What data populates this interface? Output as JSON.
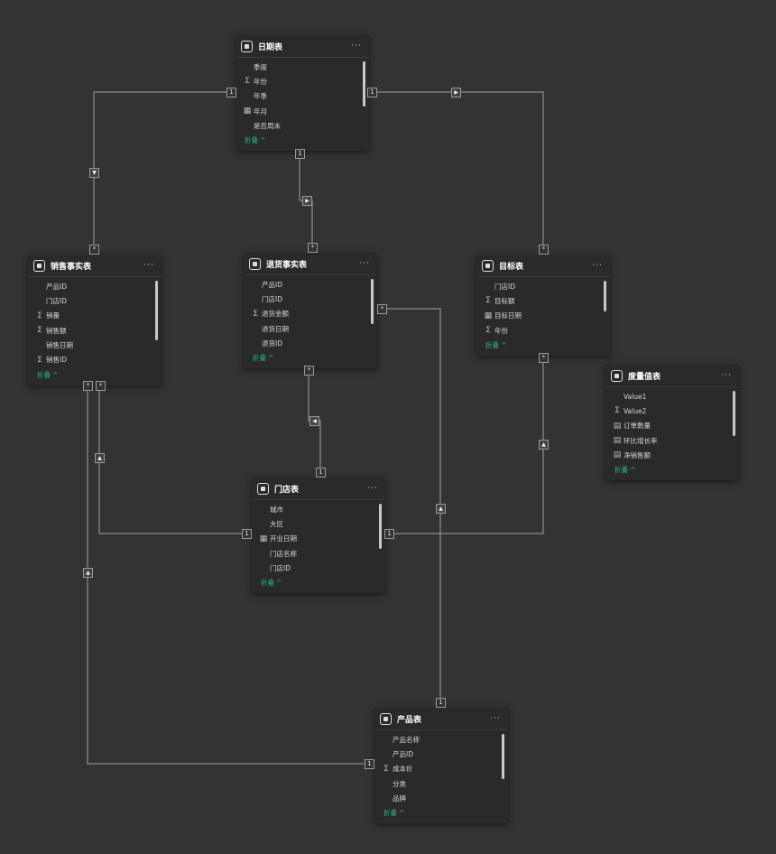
{
  "fold_label": "折叠 ^",
  "more_label": "···",
  "tables": [
    {
      "id": "date",
      "name": "日期表",
      "items": [
        {
          "icon": "",
          "label": "季度"
        },
        {
          "icon": "sigma",
          "label": "年份"
        },
        {
          "icon": "",
          "label": "年季"
        },
        {
          "icon": "calendar",
          "label": "年月"
        },
        {
          "icon": "",
          "label": "是否周末"
        }
      ]
    },
    {
      "id": "sales",
      "name": "销售事实表",
      "items": [
        {
          "icon": "",
          "label": "产品ID"
        },
        {
          "icon": "",
          "label": "门店ID"
        },
        {
          "icon": "sigma",
          "label": "销量"
        },
        {
          "icon": "sigma",
          "label": "销售额"
        },
        {
          "icon": "",
          "label": "销售日期"
        },
        {
          "icon": "sigma",
          "label": "销售ID"
        }
      ]
    },
    {
      "id": "returns",
      "name": "退货事实表",
      "items": [
        {
          "icon": "",
          "label": "产品ID"
        },
        {
          "icon": "",
          "label": "门店ID"
        },
        {
          "icon": "sigma",
          "label": "退货金额"
        },
        {
          "icon": "",
          "label": "退货日期"
        },
        {
          "icon": "",
          "label": "退货ID"
        }
      ]
    },
    {
      "id": "target",
      "name": "目标表",
      "items": [
        {
          "icon": "",
          "label": "门店ID"
        },
        {
          "icon": "sigma",
          "label": "目标额"
        },
        {
          "icon": "calendar",
          "label": "目标日期"
        },
        {
          "icon": "sigma",
          "label": "年份"
        }
      ]
    },
    {
      "id": "measures",
      "name": "度量值表",
      "items": [
        {
          "icon": "",
          "label": "Value1"
        },
        {
          "icon": "sigma",
          "label": "Value2"
        },
        {
          "icon": "calculator",
          "label": "订单数量"
        },
        {
          "icon": "calculator",
          "label": "环比增长率"
        },
        {
          "icon": "calculator",
          "label": "净销售额"
        }
      ]
    },
    {
      "id": "store",
      "name": "门店表",
      "items": [
        {
          "icon": "",
          "label": "城市"
        },
        {
          "icon": "",
          "label": "大区"
        },
        {
          "icon": "calendar",
          "label": "开业日期"
        },
        {
          "icon": "",
          "label": "门店名称"
        },
        {
          "icon": "",
          "label": "门店ID"
        }
      ]
    },
    {
      "id": "product",
      "name": "产品表",
      "items": [
        {
          "icon": "",
          "label": "产品名称"
        },
        {
          "icon": "",
          "label": "产品ID"
        },
        {
          "icon": "sigma",
          "label": "成本价"
        },
        {
          "icon": "",
          "label": "分类"
        },
        {
          "icon": "",
          "label": "品牌"
        }
      ]
    }
  ],
  "relationships": [
    {
      "from": "日期表",
      "to": "销售事实表",
      "one": "1",
      "many": "*"
    },
    {
      "from": "日期表",
      "to": "退货事实表",
      "one": "1",
      "many": "*"
    },
    {
      "from": "日期表",
      "to": "目标表",
      "one": "1",
      "many": "*"
    },
    {
      "from": "门店表",
      "to": "退货事实表",
      "one": "1",
      "many": "*"
    },
    {
      "from": "产品表",
      "to": "退货事实表",
      "one": "1",
      "many": "*"
    },
    {
      "from": "门店表",
      "to": "销售事实表",
      "one": "1",
      "many": "*"
    },
    {
      "from": "产品表",
      "to": "销售事实表",
      "one": "1",
      "many": "*"
    },
    {
      "from": "门店表",
      "to": "目标表",
      "one": "1",
      "many": "*"
    }
  ]
}
